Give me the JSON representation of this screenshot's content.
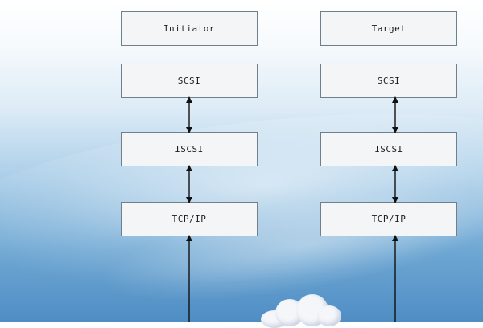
{
  "diagram": {
    "initiator": {
      "title": "Initiator",
      "layers": [
        "SCSI",
        "ISCSI",
        "TCP/IP"
      ]
    },
    "target": {
      "title": "Target",
      "layers": [
        "SCSI",
        "ISCSI",
        "TCP/IP"
      ]
    }
  }
}
